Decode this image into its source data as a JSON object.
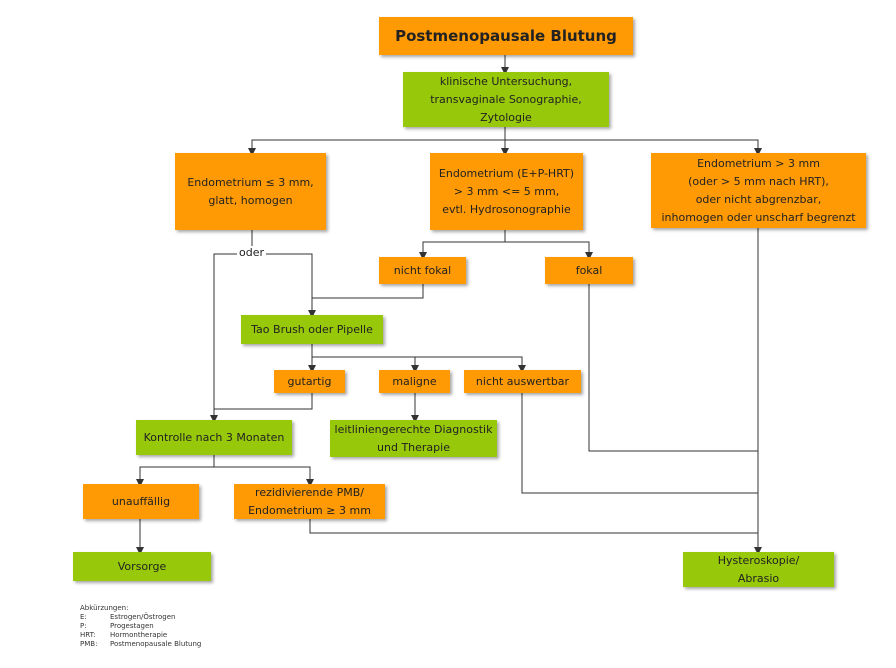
{
  "nodes": {
    "root": "Postmenopausale Blutung",
    "exam": "klinische Untersuchung,\ntransvaginale Sonographie,\nZytologie",
    "endo_le3": "Endometrium ≤ 3 mm,\nglatt, homogen",
    "endo_hrt": "Endometrium (E+P-HRT)\n> 3 mm <= 5 mm,\nevtl. Hydrosonographie",
    "endo_gt3": "Endometrium > 3 mm\n(oder > 5 mm nach HRT),\noder nicht abgrenzbar,\ninhomogen oder unscharf begrenzt",
    "nicht_fokal": "nicht fokal",
    "fokal": "fokal",
    "tao": "Tao Brush oder Pipelle",
    "gutartig": "gutartig",
    "maligne": "maligne",
    "nicht_auswertbar": "nicht auswertbar",
    "leitlinie": "leitliniengerechte Diagnostik\nund Therapie",
    "kontrolle": "Kontrolle nach 3 Monaten",
    "unauffaellig": "unauffällig",
    "rezidiv": "rezidivierende PMB/\nEndometrium ≥ 3 mm",
    "vorsorge": "Vorsorge",
    "hysteroskopie": "Hysteroskopie/\nAbrasio"
  },
  "edge_label_oder": "oder",
  "colors": {
    "orange": "#ff9a05",
    "green": "#97c90a",
    "line": "#333333"
  },
  "legend": {
    "title": "Abkürzungen:",
    "items": [
      {
        "key": "E:",
        "value": "Estrogen/Östrogen"
      },
      {
        "key": "P:",
        "value": "Progestagen"
      },
      {
        "key": "HRT:",
        "value": "Hormontherapie"
      },
      {
        "key": "PMB:",
        "value": "Postmenopausale Blutung"
      }
    ]
  }
}
